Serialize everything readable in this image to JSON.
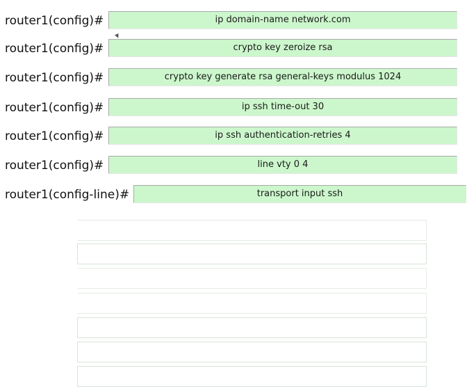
{
  "commands": [
    {
      "prompt": "router1(config)#",
      "command": "ip domain-name network.com"
    },
    {
      "prompt": "router1(config)#",
      "command": "crypto key zeroize rsa"
    },
    {
      "prompt": "router1(config)#",
      "command": "crypto key generate rsa general-keys modulus 1024"
    },
    {
      "prompt": "router1(config)#",
      "command": "ip ssh time-out 30"
    },
    {
      "prompt": "router1(config)#",
      "command": "ip ssh authentication-retries 4"
    },
    {
      "prompt": "router1(config)#",
      "command": "line vty 0 4"
    },
    {
      "prompt": "router1(config-line)#",
      "command": "transport input ssh"
    }
  ],
  "empty_slots": [
    {},
    {},
    {},
    {},
    {},
    {},
    {}
  ],
  "colors": {
    "box_fill": "#ccf7cc",
    "box_border": "#a9a9a9",
    "slot_border": "#d6e4d6"
  }
}
